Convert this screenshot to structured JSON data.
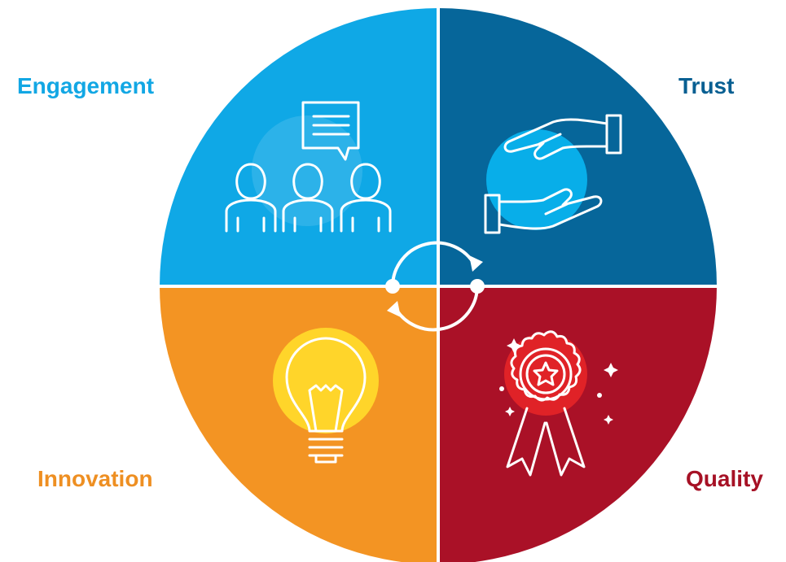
{
  "quadrants": [
    {
      "id": "engagement",
      "label": "Engagement",
      "color": "#0fa8e6",
      "label_color": "#12a7e4",
      "icon": "team-discussion-icon"
    },
    {
      "id": "trust",
      "label": "Trust",
      "color": "#06669a",
      "label_color": "#075f92",
      "icon": "handshake-hands-icon"
    },
    {
      "id": "innovation",
      "label": "Innovation",
      "color": "#f39423",
      "label_color": "#ee8f22",
      "icon": "lightbulb-icon"
    },
    {
      "id": "quality",
      "label": "Quality",
      "color": "#aa1127",
      "label_color": "#a61125",
      "icon": "award-ribbon-icon"
    }
  ],
  "center": {
    "icon": "cycle-arrows-icon"
  }
}
